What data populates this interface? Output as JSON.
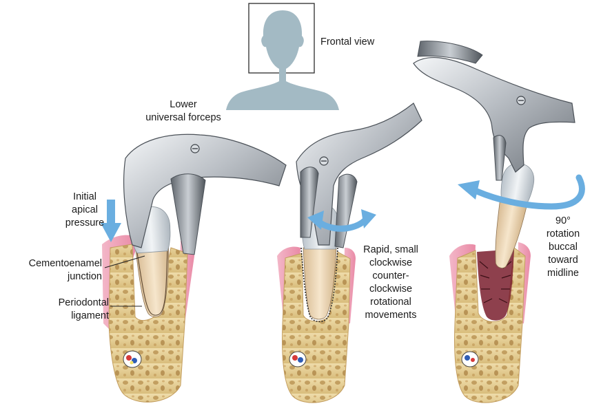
{
  "frontal_view": {
    "label": "Frontal view"
  },
  "panel1": {
    "forceps_label": [
      "Lower",
      "universal forceps"
    ],
    "pressure_label": [
      "Initial",
      "apical",
      "pressure"
    ],
    "cej_label": [
      "Cementoenamel",
      "junction"
    ],
    "pdl_label": [
      "Periodontal",
      "ligament"
    ]
  },
  "panel2": {
    "movement_label": [
      "Rapid, small",
      "clockwise",
      "counter-",
      "clockwise",
      "rotational",
      "movements"
    ]
  },
  "panel3": {
    "rotation_label": [
      "90°",
      "rotation",
      "buccal",
      "toward",
      "midline"
    ]
  },
  "colors": {
    "arrow_blue": "#6aaee0",
    "gingiva_pink": "#f1a9bd",
    "bone_tan": "#e9d29a",
    "tooth_root": "#efd8b8",
    "crown": "#dfe4e8",
    "steel": "#b9bec4",
    "head_silhouette": "#a3bac4"
  }
}
